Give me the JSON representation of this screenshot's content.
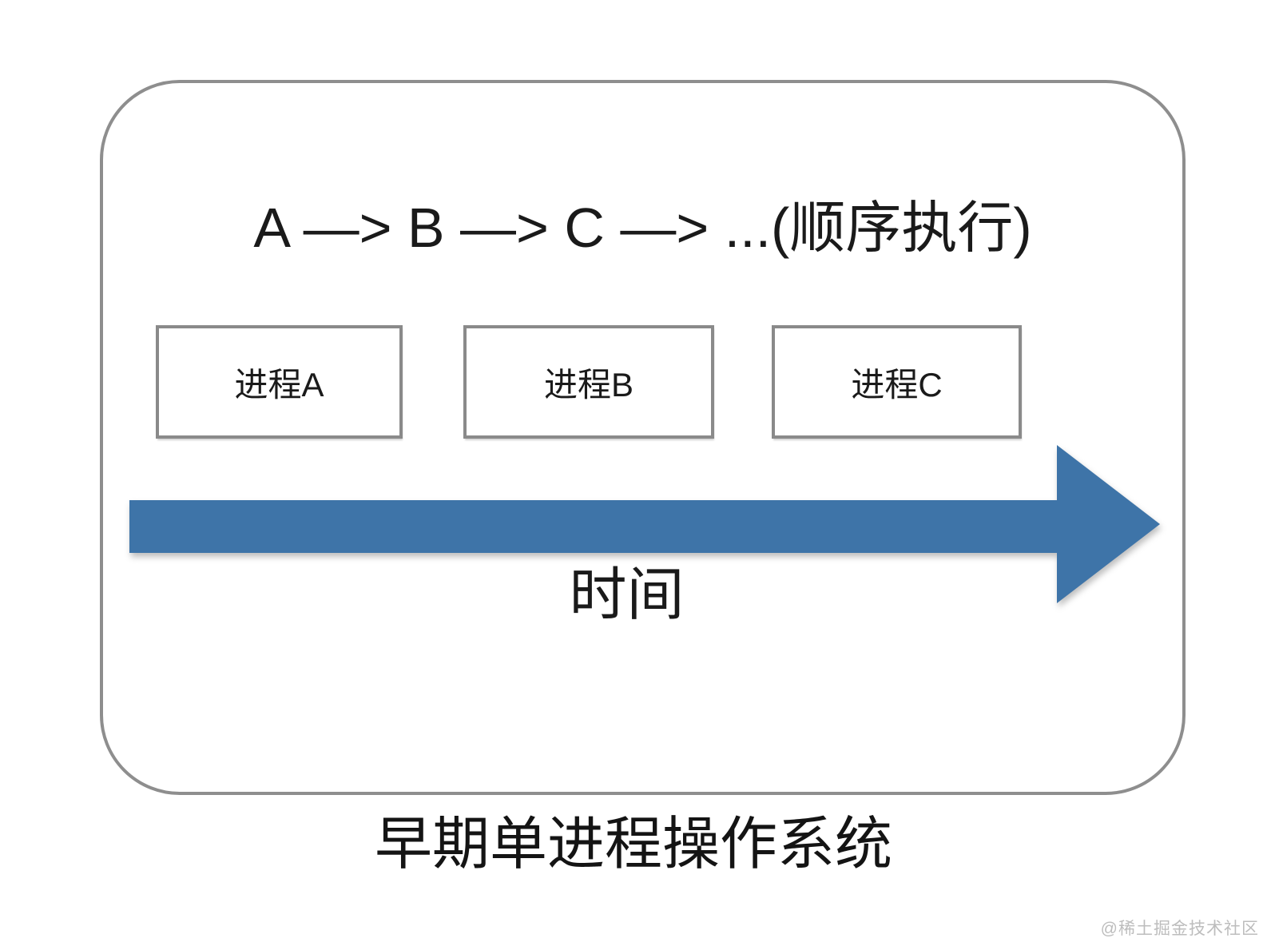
{
  "diagram": {
    "sequence_line": "A —> B —> C —> ...(顺序执行)",
    "boxes": [
      {
        "label": "进程A"
      },
      {
        "label": "进程B"
      },
      {
        "label": "进程C"
      }
    ],
    "axis_label": "时间",
    "caption": "早期单进程操作系统",
    "watermark": "@稀土掘金技术社区"
  },
  "colors": {
    "arrow_blue": "#3E74A8",
    "frame_border_gray": "#8E8E8E",
    "box_border_gray": "#8A8A8A",
    "text_black": "#1A1A1A",
    "watermark_gray": "#BDBDBD"
  }
}
